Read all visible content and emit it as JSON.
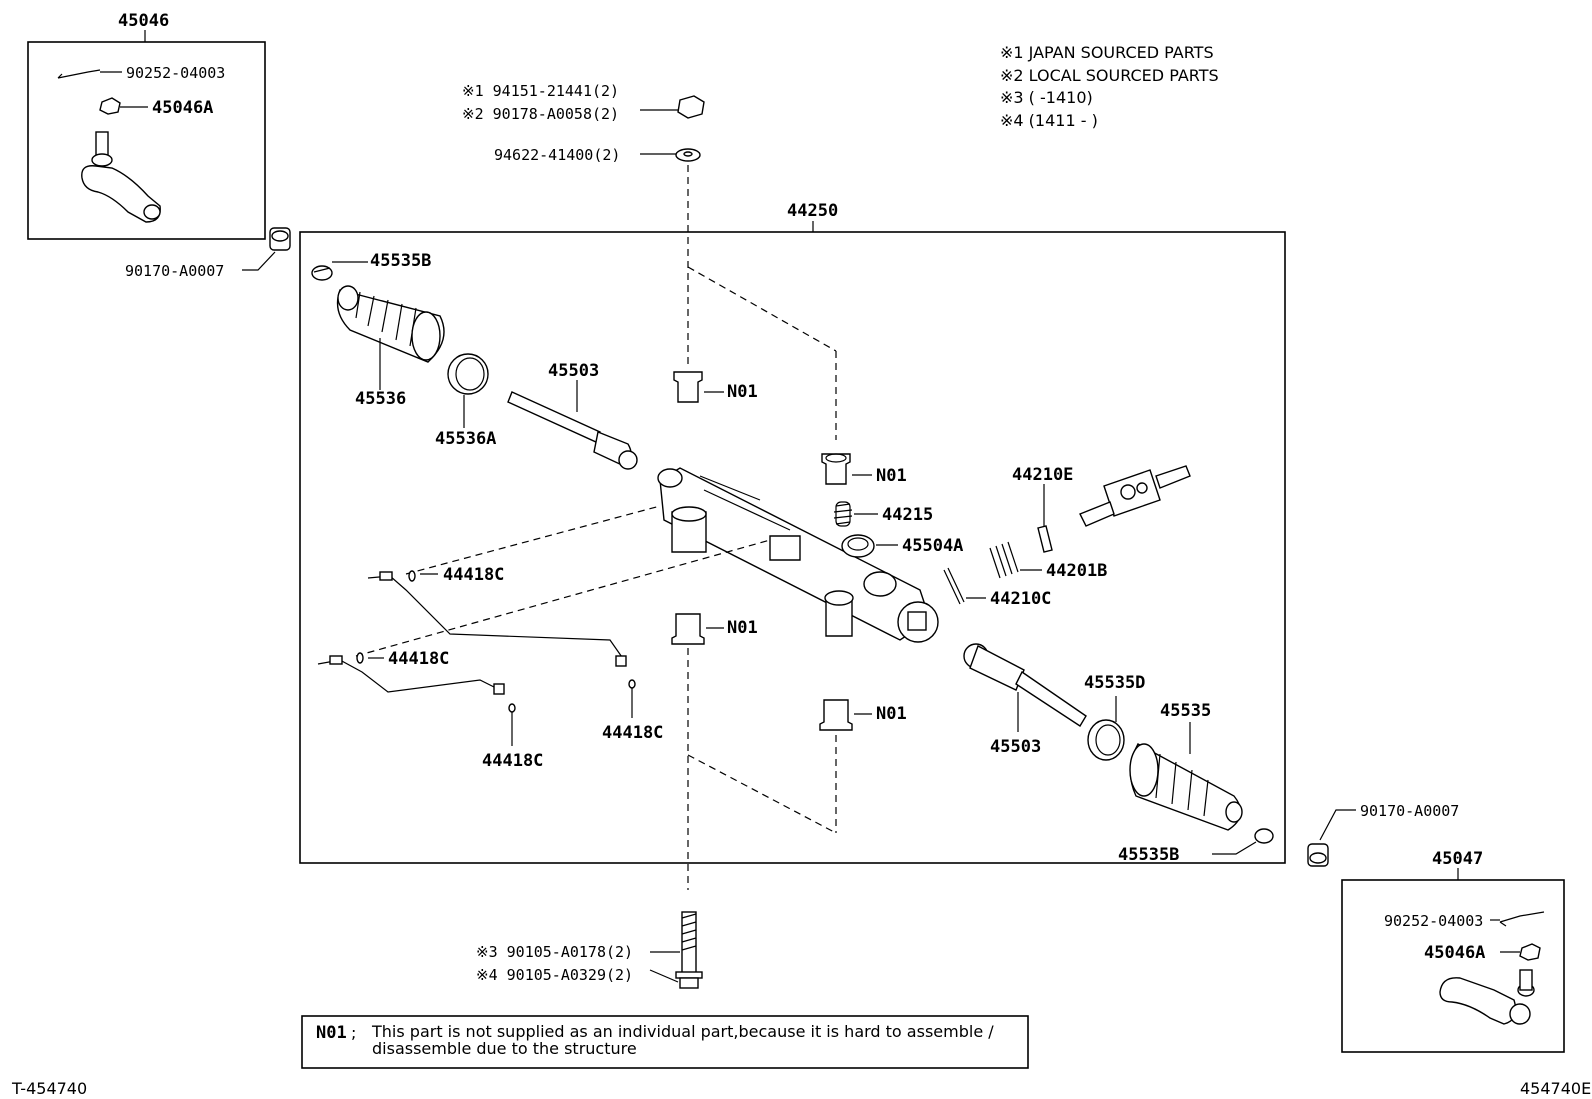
{
  "header_notes": [
    "※1 JAPAN SOURCED PARTS",
    "※2 LOCAL SOURCED PARTS",
    "※3 (        -1410)",
    "※4 (1411 -       )"
  ],
  "assembly_label": "44250",
  "left_kit": {
    "label": "45046",
    "parts": [
      "90252-04003",
      "45046A"
    ]
  },
  "right_kit": {
    "label": "45047",
    "parts": [
      "90252-04003",
      "45046A"
    ]
  },
  "top_fasteners": [
    "※1 94151-21441(2)",
    "※2 90178-A0058(2)",
    "94622-41400(2)"
  ],
  "bottom_fasteners": [
    "※3 90105-A0178(2)",
    "※4 90105-A0329(2)"
  ],
  "labels": {
    "nut_left": "90170-A0007",
    "nut_right": "90170-A0007",
    "clamp_left": "45535B",
    "clamp_right": "45535B",
    "boot_left": "45536",
    "boot_band_left": "45536A",
    "boot_band_right": "45535D",
    "boot_right": "45535",
    "rod_left": "45503",
    "rod_right": "45503",
    "n01_a": "N01",
    "n01_b": "N01",
    "n01_c": "N01",
    "n01_d": "N01",
    "spring": "44215",
    "cap": "45504A",
    "valve": "44210E",
    "seal_rings": "44201B",
    "pin": "44210C",
    "oring_1": "44418C",
    "oring_2": "44418C",
    "oring_3": "44418C",
    "oring_4": "44418C"
  },
  "footnote": {
    "code": "N01",
    "line1": "This part is not supplied as an individual part,because it is hard to assemble /",
    "line2": "disassemble due to the structure"
  },
  "figure_id_left": "T-454740",
  "figure_id_right": "454740E"
}
